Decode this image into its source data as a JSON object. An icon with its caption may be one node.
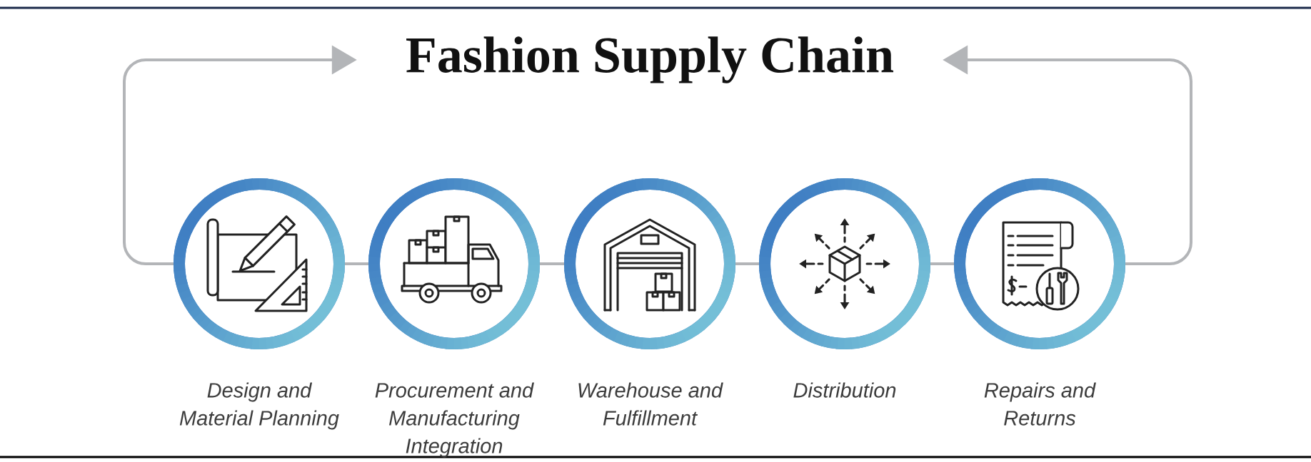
{
  "diagram": {
    "nodes": [
      {
        "text": [
          "Fashion Supply Chain"
        ]
      },
      {
        "text": [],
        "shape": "circle",
        "beside": [
          "Design and Material Planning"
        ]
      },
      {
        "text": [],
        "shape": "circle",
        "beside": [
          "Procurement and Manufacturing Integration"
        ]
      },
      {
        "text": [],
        "shape": "circle",
        "beside": [
          "Warehouse and Fulfillment"
        ]
      },
      {
        "text": [],
        "shape": "circle",
        "beside": [
          "Distribution"
        ]
      },
      {
        "text": [],
        "shape": "circle",
        "beside": [
          "Repairs and Returns"
        ]
      }
    ],
    "edges": [
      {
        "from": 1,
        "to": 2,
        "arrow": "none"
      },
      {
        "from": 2,
        "to": 3,
        "arrow": "none"
      },
      {
        "from": 3,
        "to": 4,
        "arrow": "none"
      },
      {
        "from": 4,
        "to": 5,
        "arrow": "none"
      },
      {
        "from": 1,
        "to": 0,
        "arrow": "to"
      },
      {
        "from": 5,
        "to": 0,
        "arrow": "to"
      }
    ]
  }
}
